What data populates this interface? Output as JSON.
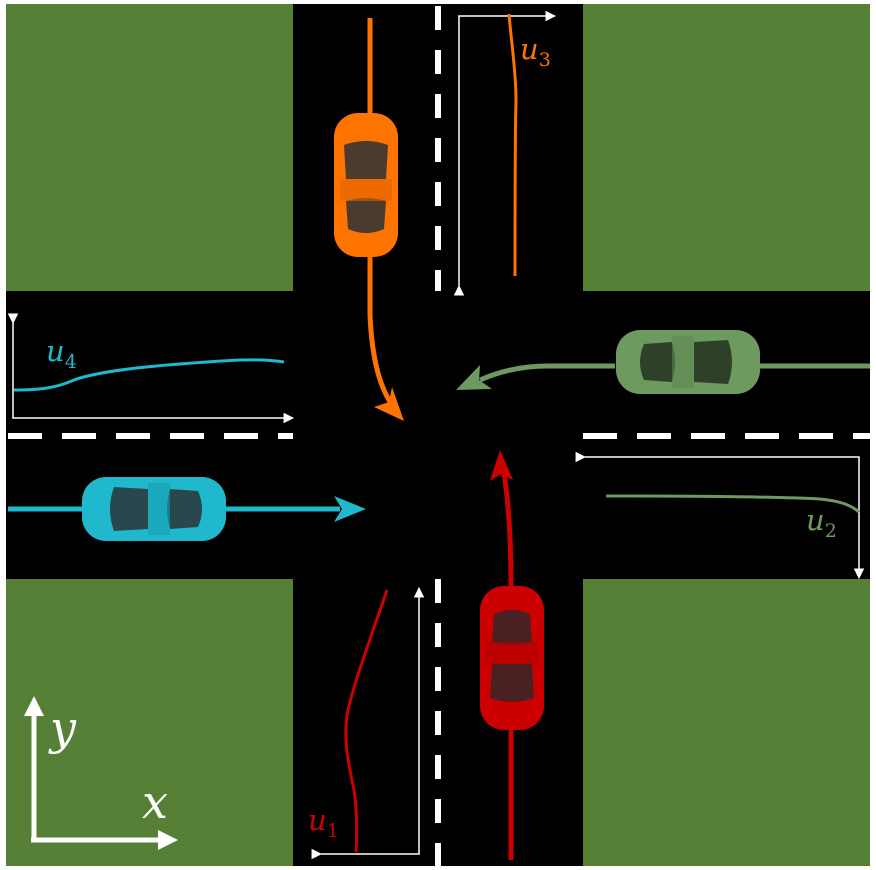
{
  "colors": {
    "grass": "#558035",
    "road": "#000000",
    "lane_marking": "#ffffff",
    "car1_red": "#cc0000",
    "car2_green": "#6e9a5f",
    "car3_orange": "#ff7400",
    "car4_cyan": "#1fb8cc",
    "axis": "#ffffff"
  },
  "labels": {
    "u1_base": "u",
    "u1_sub": "1",
    "u2_base": "u",
    "u2_sub": "2",
    "u3_base": "u",
    "u3_sub": "3",
    "u4_base": "u",
    "u4_sub": "4",
    "axis_x": "x",
    "axis_y": "y"
  },
  "vehicles": [
    {
      "id": "car-1",
      "color_name": "red",
      "heading": "north",
      "maneuver": "straight"
    },
    {
      "id": "car-2",
      "color_name": "green",
      "heading": "west",
      "maneuver": "straight"
    },
    {
      "id": "car-3",
      "color_name": "orange",
      "heading": "south",
      "maneuver": "turn-left"
    },
    {
      "id": "car-4",
      "color_name": "cyan",
      "heading": "east",
      "maneuver": "straight"
    }
  ]
}
